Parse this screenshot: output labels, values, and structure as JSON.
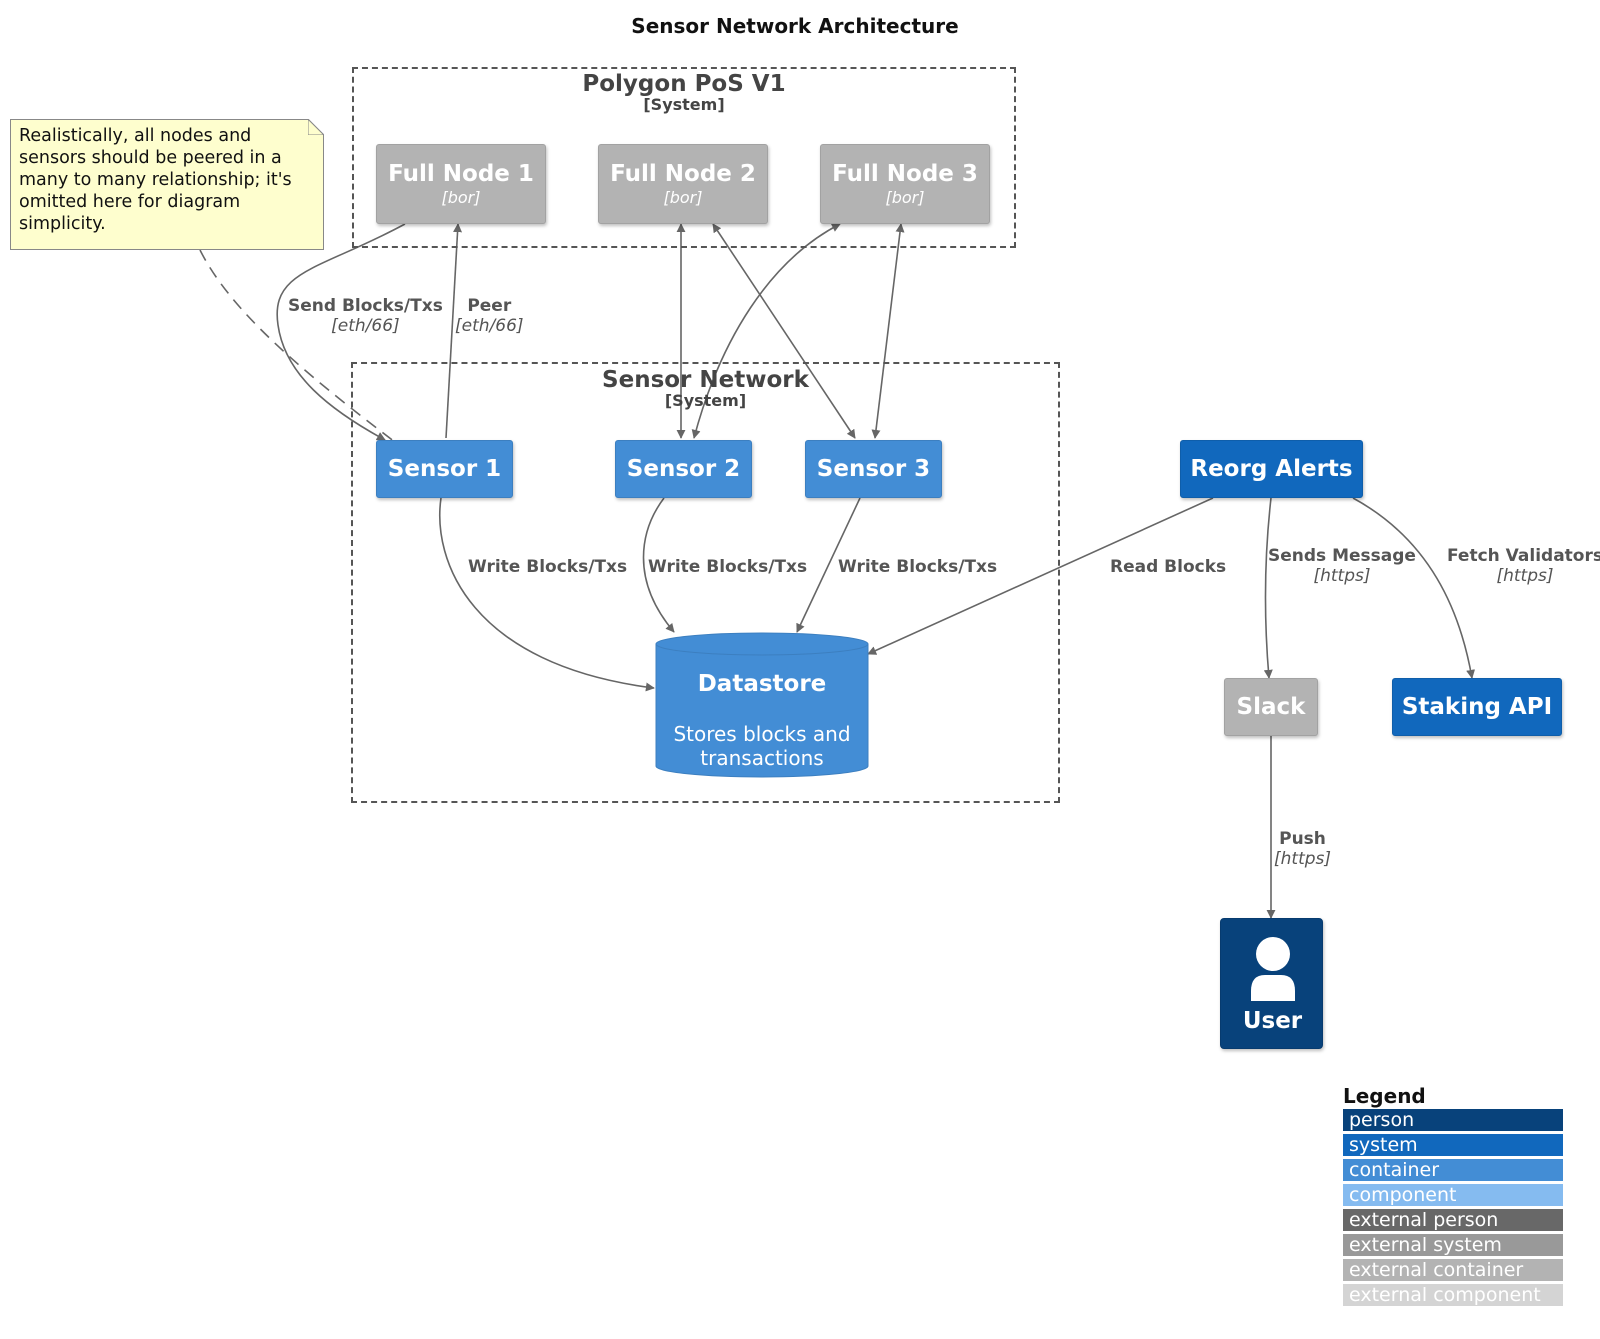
{
  "title": "Sensor Network Architecture",
  "boundaries": {
    "polygon": {
      "title": "Polygon PoS V1",
      "type": "[System]"
    },
    "sensor_network": {
      "title": "Sensor Network",
      "type": "[System]"
    }
  },
  "nodes": {
    "full_node_1": {
      "name": "Full Node 1",
      "tech": "[bor]"
    },
    "full_node_2": {
      "name": "Full Node 2",
      "tech": "[bor]"
    },
    "full_node_3": {
      "name": "Full Node 3",
      "tech": "[bor]"
    },
    "sensor_1": {
      "name": "Sensor 1"
    },
    "sensor_2": {
      "name": "Sensor 2"
    },
    "sensor_3": {
      "name": "Sensor 3"
    },
    "datastore": {
      "name": "Datastore",
      "description": "Stores blocks and transactions"
    },
    "reorg_alerts": {
      "name": "Reorg Alerts"
    },
    "slack": {
      "name": "Slack"
    },
    "staking_api": {
      "name": "Staking API"
    },
    "user": {
      "name": "User"
    }
  },
  "note": "Realistically, all nodes and sensors should be peered in a many to many relationship; it's omitted here for diagram simplicity.",
  "edges": {
    "send_blocks": {
      "label": "Send Blocks/Txs",
      "tech": "[eth/66]"
    },
    "peer": {
      "label": "Peer",
      "tech": "[eth/66]"
    },
    "write_1": {
      "label": "Write Blocks/Txs"
    },
    "write_2": {
      "label": "Write Blocks/Txs"
    },
    "write_3": {
      "label": "Write Blocks/Txs"
    },
    "read_blocks": {
      "label": "Read Blocks"
    },
    "sends_message": {
      "label": "Sends Message",
      "tech": "[https]"
    },
    "fetch_validators": {
      "label": "Fetch Validators",
      "tech": "[https]"
    },
    "push": {
      "label": "Push",
      "tech": "[https]"
    }
  },
  "legend": {
    "title": "Legend",
    "items": [
      {
        "label": "person",
        "color": "#08427b"
      },
      {
        "label": "system",
        "color": "#1168bd"
      },
      {
        "label": "container",
        "color": "#438dd5"
      },
      {
        "label": "component",
        "color": "#85bbf0"
      },
      {
        "label": "external person",
        "color": "#686868"
      },
      {
        "label": "external system",
        "color": "#999999"
      },
      {
        "label": "external container",
        "color": "#b3b3b3"
      },
      {
        "label": "external component",
        "color": "#d4d4d4"
      }
    ]
  }
}
